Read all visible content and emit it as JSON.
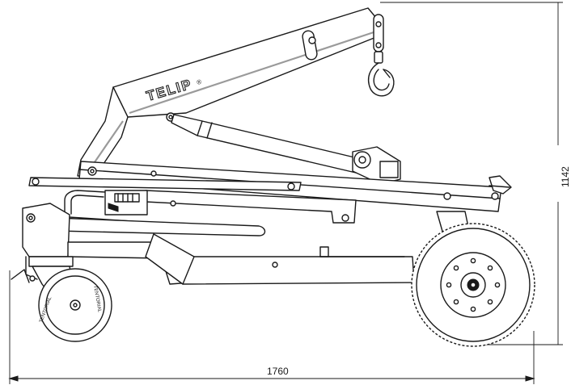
{
  "diagram": {
    "brand_text": "TELIP",
    "brand_mark": "®",
    "tyre_text_left": "TENTORIAL",
    "tyre_text_right": "TENTORIAL",
    "dimensions": {
      "width_label": "1760",
      "height_label": "1142"
    }
  }
}
